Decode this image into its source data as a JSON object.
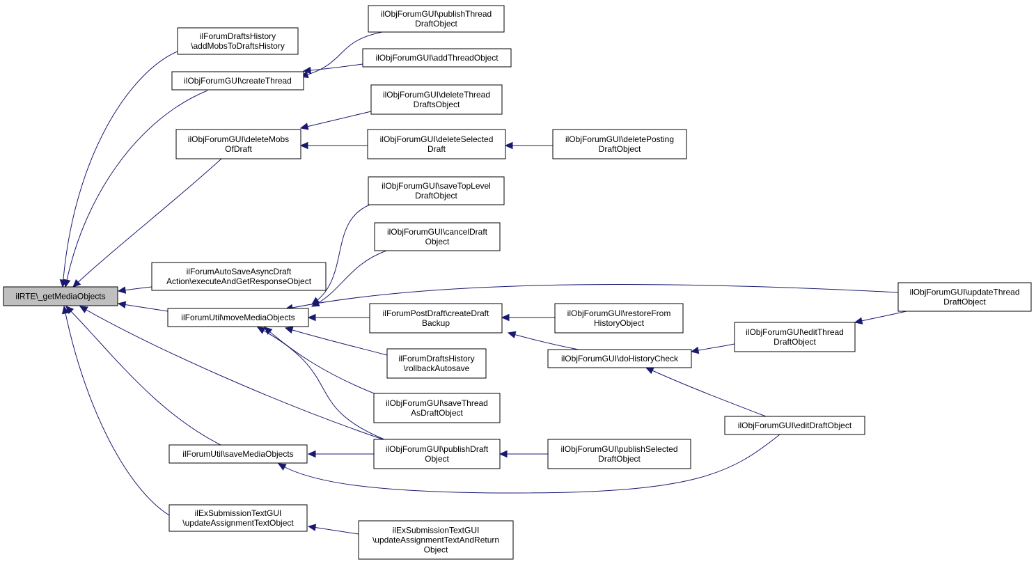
{
  "diagram": {
    "type": "call-graph",
    "edge_color": "#191970",
    "root_fill": "#bfbfbf",
    "nodes": [
      {
        "id": "root",
        "lines": [
          "ilRTE\\_getMediaObjects"
        ],
        "root": true
      },
      {
        "id": "draftsHistoryAdd",
        "lines": [
          "ilForumDraftsHistory",
          "\\addMobsToDraftsHistory"
        ]
      },
      {
        "id": "createThread",
        "lines": [
          "ilObjForumGUI\\createThread"
        ]
      },
      {
        "id": "deleteMobs",
        "lines": [
          "ilObjForumGUI\\deleteMobs",
          "OfDraft"
        ]
      },
      {
        "id": "autoSave",
        "lines": [
          "ilForumAutoSaveAsyncDraft",
          "Action\\executeAndGetResponseObject"
        ]
      },
      {
        "id": "moveMedia",
        "lines": [
          "ilForumUtil\\moveMediaObjects"
        ]
      },
      {
        "id": "saveMedia",
        "lines": [
          "ilForumUtil\\saveMediaObjects"
        ]
      },
      {
        "id": "exSubmission",
        "lines": [
          "ilExSubmissionTextGUI",
          "\\updateAssignmentTextObject"
        ]
      },
      {
        "id": "publishThreadDraft",
        "lines": [
          "ilObjForumGUI\\publishThread",
          "DraftObject"
        ]
      },
      {
        "id": "addThread",
        "lines": [
          "ilObjForumGUI\\addThreadObject"
        ]
      },
      {
        "id": "deleteThreadDrafts",
        "lines": [
          "ilObjForumGUI\\deleteThread",
          "DraftsObject"
        ]
      },
      {
        "id": "deleteSelectedDraft",
        "lines": [
          "ilObjForumGUI\\deleteSelected",
          "Draft"
        ]
      },
      {
        "id": "deletePostingDraft",
        "lines": [
          "ilObjForumGUI\\deletePosting",
          "DraftObject"
        ]
      },
      {
        "id": "saveTopLevel",
        "lines": [
          "ilObjForumGUI\\saveTopLevel",
          "DraftObject"
        ]
      },
      {
        "id": "cancelDraft",
        "lines": [
          "ilObjForumGUI\\cancelDraft",
          "Object"
        ]
      },
      {
        "id": "createDraftBackup",
        "lines": [
          "ilForumPostDraft\\createDraft",
          "Backup"
        ]
      },
      {
        "id": "restoreFromHistory",
        "lines": [
          "ilObjForumGUI\\restoreFrom",
          "HistoryObject"
        ]
      },
      {
        "id": "rollbackAutosave",
        "lines": [
          "ilForumDraftsHistory",
          "\\rollbackAutosave"
        ]
      },
      {
        "id": "doHistoryCheck",
        "lines": [
          "ilObjForumGUI\\doHistoryCheck"
        ]
      },
      {
        "id": "saveThreadAsDraft",
        "lines": [
          "ilObjForumGUI\\saveThread",
          "AsDraftObject"
        ]
      },
      {
        "id": "publishDraft",
        "lines": [
          "ilObjForumGUI\\publishDraft",
          "Object"
        ]
      },
      {
        "id": "publishSelectedDraft",
        "lines": [
          "ilObjForumGUI\\publishSelected",
          "DraftObject"
        ]
      },
      {
        "id": "editThreadDraft",
        "lines": [
          "ilObjForumGUI\\editThread",
          "DraftObject"
        ]
      },
      {
        "id": "updateThreadDraft",
        "lines": [
          "ilObjForumGUI\\updateThread",
          "DraftObject"
        ]
      },
      {
        "id": "editDraft",
        "lines": [
          "ilObjForumGUI\\editDraftObject"
        ]
      },
      {
        "id": "exSubmissionReturn",
        "lines": [
          "ilExSubmissionTextGUI",
          "\\updateAssignmentTextAndReturn",
          "Object"
        ]
      }
    ],
    "edges": [
      {
        "from": "draftsHistoryAdd",
        "to": "root"
      },
      {
        "from": "createThread",
        "to": "root"
      },
      {
        "from": "deleteMobs",
        "to": "root"
      },
      {
        "from": "autoSave",
        "to": "root"
      },
      {
        "from": "moveMedia",
        "to": "root"
      },
      {
        "from": "saveMedia",
        "to": "root"
      },
      {
        "from": "exSubmission",
        "to": "root"
      },
      {
        "from": "publishDraft",
        "to": "root"
      },
      {
        "from": "publishThreadDraft",
        "to": "createThread"
      },
      {
        "from": "addThread",
        "to": "createThread"
      },
      {
        "from": "deleteThreadDrafts",
        "to": "deleteMobs"
      },
      {
        "from": "deleteSelectedDraft",
        "to": "deleteMobs"
      },
      {
        "from": "deletePostingDraft",
        "to": "deleteSelectedDraft"
      },
      {
        "from": "saveTopLevel",
        "to": "moveMedia"
      },
      {
        "from": "cancelDraft",
        "to": "moveMedia"
      },
      {
        "from": "updateThreadDraft",
        "to": "moveMedia"
      },
      {
        "from": "createDraftBackup",
        "to": "moveMedia"
      },
      {
        "from": "rollbackAutosave",
        "to": "moveMedia"
      },
      {
        "from": "saveThreadAsDraft",
        "to": "moveMedia"
      },
      {
        "from": "publishDraft",
        "to": "moveMedia"
      },
      {
        "from": "restoreFromHistory",
        "to": "createDraftBackup"
      },
      {
        "from": "doHistoryCheck",
        "to": "createDraftBackup"
      },
      {
        "from": "editThreadDraft",
        "to": "doHistoryCheck"
      },
      {
        "from": "editDraft",
        "to": "doHistoryCheck"
      },
      {
        "from": "updateThreadDraft",
        "to": "editThreadDraft"
      },
      {
        "from": "publishDraft",
        "to": "saveMedia"
      },
      {
        "from": "editDraft",
        "to": "saveMedia"
      },
      {
        "from": "publishSelectedDraft",
        "to": "publishDraft"
      },
      {
        "from": "exSubmissionReturn",
        "to": "exSubmission"
      }
    ]
  }
}
